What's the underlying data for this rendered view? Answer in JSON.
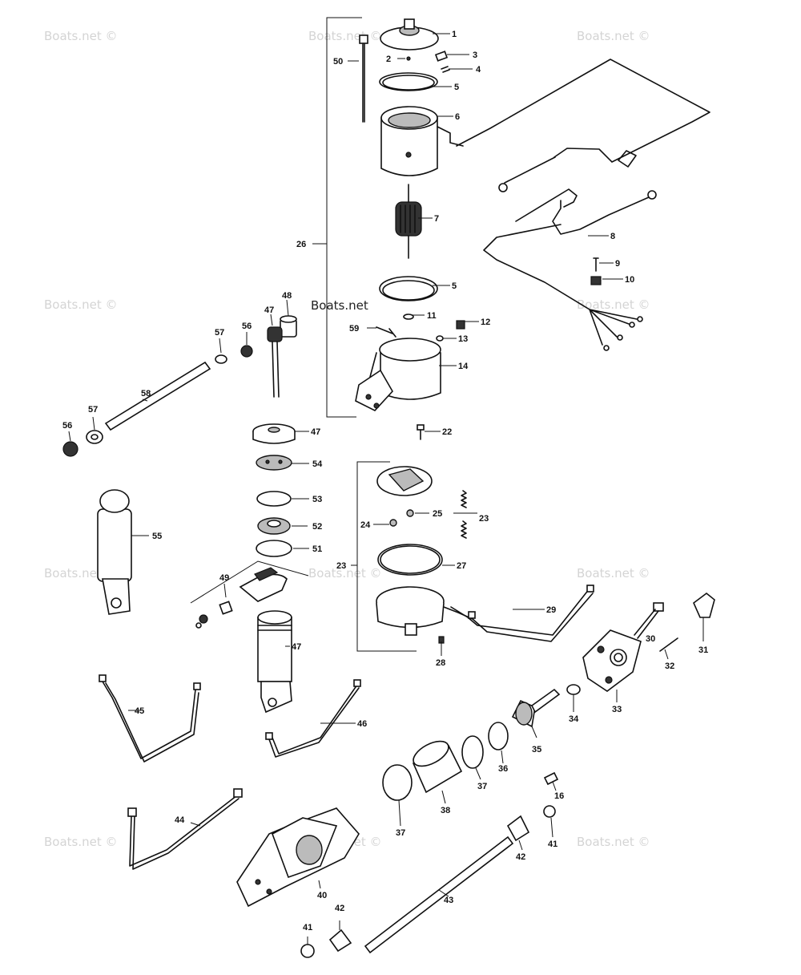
{
  "watermark": "Boats.net ©",
  "watermark_center": "Boats.net",
  "callouts": {
    "n1": "1",
    "n2": "2",
    "n3": "3",
    "n4": "4",
    "n5a": "5",
    "n5b": "5",
    "n6": "6",
    "n7": "7",
    "n8": "8",
    "n9": "9",
    "n10": "10",
    "n11": "11",
    "n12": "12",
    "n13": "13",
    "n14": "14",
    "n16": "16",
    "n22": "22",
    "n23a": "23",
    "n23b": "23",
    "n24": "24",
    "n25": "25",
    "n26": "26",
    "n27": "27",
    "n28": "28",
    "n29": "29",
    "n30": "30",
    "n31": "31",
    "n32": "32",
    "n33": "33",
    "n34": "34",
    "n35": "35",
    "n36": "36",
    "n37a": "37",
    "n37b": "37",
    "n38": "38",
    "n40": "40",
    "n41a": "41",
    "n41b": "41",
    "n42a": "42",
    "n42b": "42",
    "n43": "43",
    "n44": "44",
    "n45": "45",
    "n46": "46",
    "n47a": "47",
    "n47b": "47",
    "n47c": "47",
    "n48": "48",
    "n49": "49",
    "n50": "50",
    "n51": "51",
    "n52": "52",
    "n53": "53",
    "n54": "54",
    "n55": "55",
    "n56a": "56",
    "n56b": "56",
    "n57a": "57",
    "n57b": "57",
    "n58": "58",
    "n59": "59"
  }
}
